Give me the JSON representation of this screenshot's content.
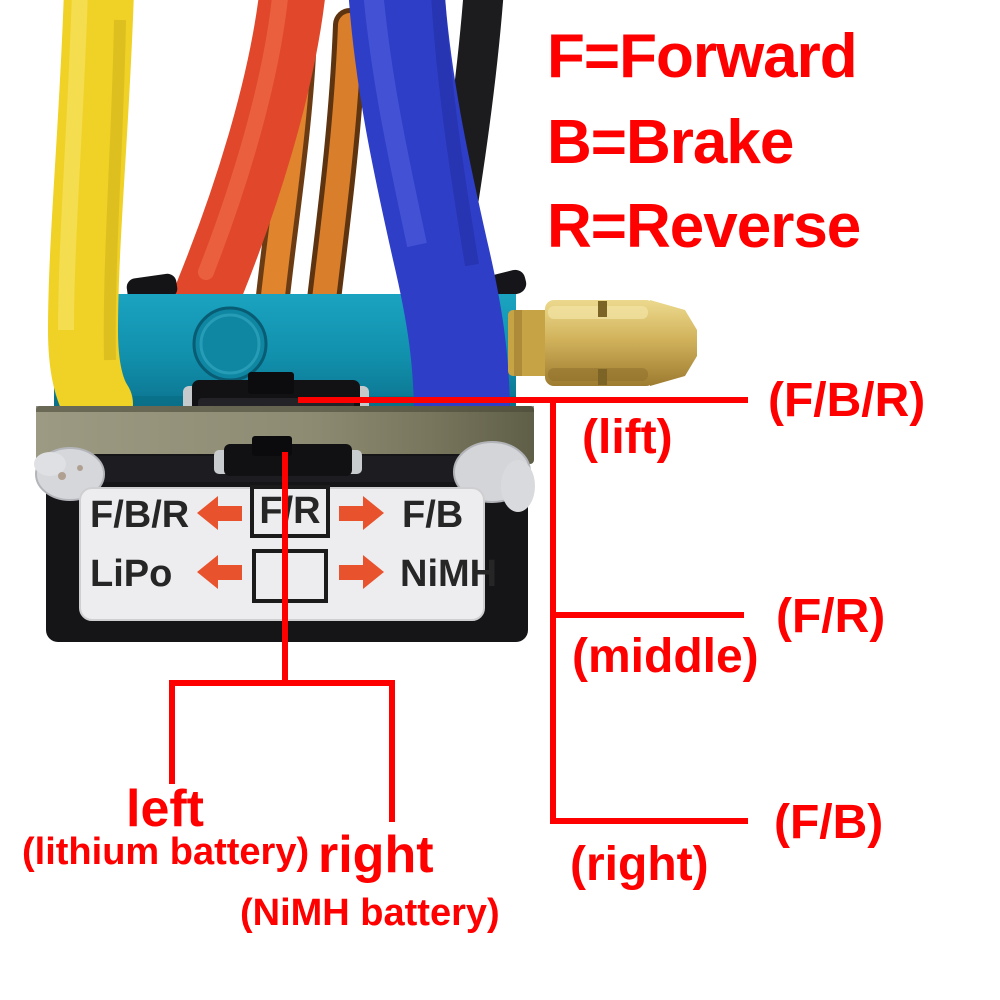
{
  "legend": {
    "lines": [
      "F=Forward",
      "B=Brake",
      "R=Reverse"
    ]
  },
  "switch_label": {
    "rows": [
      {
        "left": "F/B/R",
        "boxed": "F/R",
        "right": "F/B"
      },
      {
        "left": "LiPo",
        "boxed": "",
        "right": "NiMH"
      }
    ]
  },
  "annotations": {
    "top": {
      "mode": "(F/B/R)",
      "position": "(lift)"
    },
    "middle": {
      "mode": "(F/R)",
      "position": "(middle)"
    },
    "bottom": {
      "mode": "(F/B)",
      "position": "(right)"
    },
    "battery_switch": {
      "left_label": "left",
      "left_sub": "(lithium battery)",
      "right_label": "right",
      "right_sub": "(NiMH battery)"
    }
  },
  "colors": {
    "annotation_red": "#fe0000",
    "label_arrow_orange": "#e8532e",
    "wire_yellow": "#f0d125",
    "wire_red": "#e1472b",
    "wire_orange": "#e0842e",
    "wire_blue": "#2e3ec7",
    "wire_black": "#1c1c1f",
    "heatsink_teal": "#1095b2",
    "connector_gold": "#d2b35c",
    "pcb_olive": "#8d8b72",
    "case_black": "#151518",
    "label_white": "#ededef"
  }
}
